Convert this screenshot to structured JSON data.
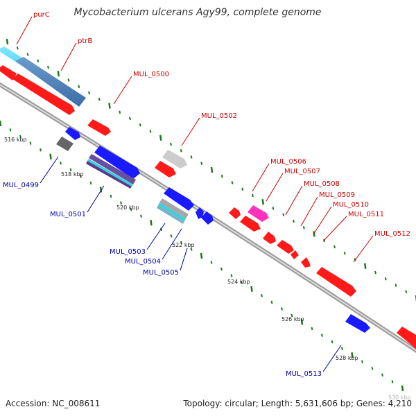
{
  "title": "Mycobacterium ulcerans Agy99, complete genome",
  "footer": {
    "accession": "Accession: NC_008611",
    "summary": "Topology: circular; Length: 5,631,606 bp; Genes: 4,210"
  },
  "colors": {
    "forward_label": "#cc0000",
    "reverse_label": "#0000aa",
    "forward_gene": "#ff1a1a",
    "reverse_gene": "#1a1aff",
    "backbone": "#777777",
    "tick": "#1a7a1a"
  },
  "tick_labels": [
    "516 kbp",
    "518 kbp",
    "520 kbp",
    "522 kbp",
    "524 kbp",
    "526 kbp",
    "528 kbp",
    "530 kbp"
  ],
  "forward_genes": [
    "purC",
    "ptrB",
    "MUL_0500",
    "MUL_0502",
    "MUL_0506",
    "MUL_0507",
    "MUL_0508",
    "MUL_0509",
    "MUL_0510",
    "MUL_0511",
    "MUL_0512"
  ],
  "reverse_genes": [
    "MUL_0499",
    "MUL_0501",
    "MUL_0503",
    "MUL_0504",
    "MUL_0505",
    "MUL_0513"
  ]
}
